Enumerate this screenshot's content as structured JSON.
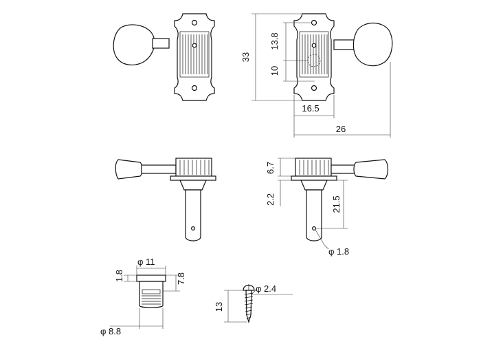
{
  "dimensions": {
    "height_33": "33",
    "spacing_13_8": "13.8",
    "spacing_10": "10",
    "width_16_5": "16.5",
    "width_26": "26",
    "cap_6_7": "6.7",
    "flange_2_2": "2.2",
    "shaft_21_5": "21.5",
    "hole_dia_1_8": "φ 1.8",
    "bush_dia_11": "φ 11",
    "bush_flange_1_8": "1.8",
    "bush_height_7_8": "7.8",
    "bush_dia_8_8": "φ 8.8",
    "screw_dia_2_4": "φ 2.4",
    "screw_len_13": "13"
  }
}
